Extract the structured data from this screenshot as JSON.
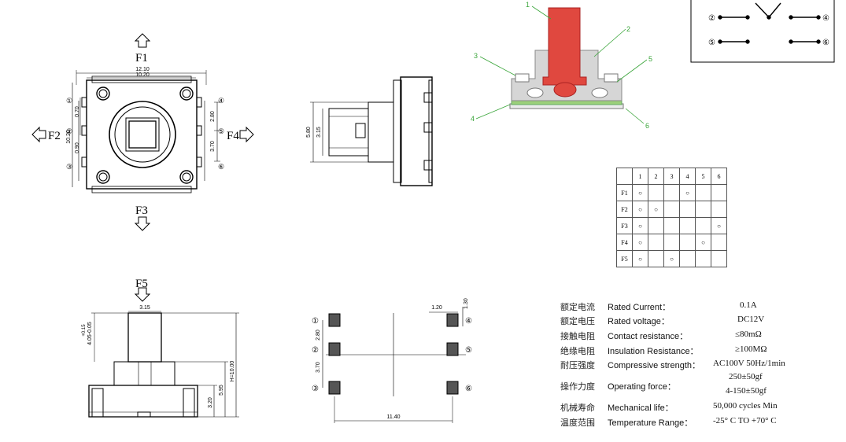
{
  "force_labels": {
    "f1": "F1",
    "f2": "F2",
    "f3": "F3",
    "f4": "F4",
    "f5": "F5"
  },
  "top_view": {
    "dim_outer_width": "12.10",
    "dim_inner_width": "10.20",
    "dim_height_left": "10.20",
    "dim_pin_offset": "0.70",
    "dim_pin_small": "0.90",
    "dim_pitch_upper": "2.80",
    "dim_pitch_lower": "3.70",
    "pin_labels": [
      "①",
      "②",
      "③",
      "④",
      "⑤",
      "⑥"
    ]
  },
  "side_view": {
    "dim_total": "5.80",
    "dim_body": "3.15"
  },
  "exploded_view": {
    "callouts": [
      "1",
      "2",
      "3",
      "4",
      "5",
      "6"
    ],
    "colors": {
      "actuator": "#e0483f",
      "housing": "#c9c9c9",
      "base": "#ececec",
      "contact": "#9bd07a",
      "callout": "#3aa53a"
    }
  },
  "schematic": {
    "pins": [
      "②",
      "④",
      "⑤",
      "⑥"
    ]
  },
  "truth_table": {
    "header": [
      "",
      "1",
      "2",
      "3",
      "4",
      "5",
      "6"
    ],
    "rows": [
      {
        "label": "F1",
        "cells": [
          "○",
          "",
          "",
          "○",
          "",
          ""
        ]
      },
      {
        "label": "F2",
        "cells": [
          "○",
          "○",
          "",
          "",
          "",
          ""
        ]
      },
      {
        "label": "F3",
        "cells": [
          "○",
          "",
          "",
          "",
          "",
          "○"
        ]
      },
      {
        "label": "F4",
        "cells": [
          "○",
          "",
          "",
          "",
          "○",
          ""
        ]
      },
      {
        "label": "F5",
        "cells": [
          "○",
          "",
          "○",
          "",
          "",
          ""
        ]
      }
    ]
  },
  "front_view": {
    "dim_top": "3.15",
    "dim_stroke_plus": "+0.15",
    "dim_stroke": "4.05-0.05",
    "dim_height": "H=10.00",
    "dim_mid": "5.95",
    "dim_base": "3.20"
  },
  "footprint": {
    "dim_pad_w": "1.20",
    "dim_pad_h": "1.30",
    "dim_pitch_a": "2.80",
    "dim_pitch_b": "3.70",
    "dim_span": "11.40",
    "pin_labels": [
      "①",
      "②",
      "③",
      "④",
      "⑤",
      "⑥"
    ]
  },
  "specs": [
    {
      "cn": "额定电流",
      "en": "Rated Current：",
      "value": "0.1A"
    },
    {
      "cn": "额定电压",
      "en": "Rated voltage：",
      "value": "DC12V"
    },
    {
      "cn": "接触电阻",
      "en": "Contact resistance：",
      "value": "≤80mΩ"
    },
    {
      "cn": "绝缘电阻",
      "en": "Insulation Resistance：",
      "value": "≥100MΩ"
    },
    {
      "cn": "耐压强度",
      "en": "Compressive strength：",
      "value": "AC100V  50Hz/1min"
    },
    {
      "cn": "操作力度",
      "en": "Operating force：",
      "value": "250±50gf",
      "value2": "4-150±50gf"
    },
    {
      "cn": "机械寿命",
      "en": "Mechanical life：",
      "value": "50,000 cycles Min"
    },
    {
      "cn": "温度范围",
      "en": "Temperature Range：",
      "value": "-25° C TO +70° C"
    }
  ]
}
